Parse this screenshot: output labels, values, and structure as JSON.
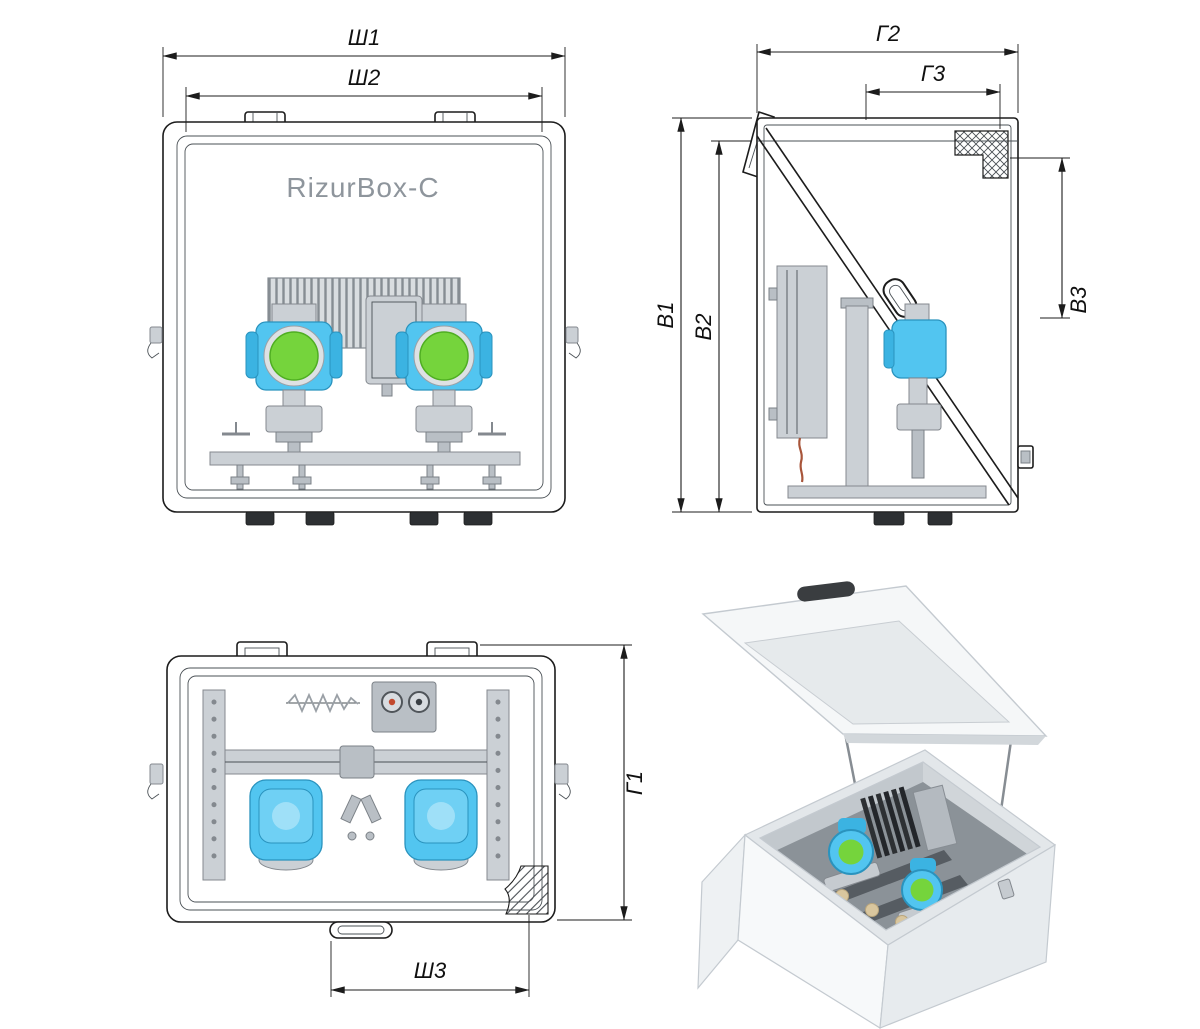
{
  "product": {
    "name": "RizurBox-C"
  },
  "colors": {
    "background": "#ffffff",
    "line": "#1c1c1c",
    "instrument_blue": "#52c5f0",
    "instrument_blue_dark": "#3bb3e2",
    "display_green": "#75d43c",
    "metal_gray": "#cbd0d5",
    "enclosure_white": "#f5f7f8",
    "dimension_text": "#101010",
    "brand_text_gray": "#8e959c"
  },
  "views": {
    "front": {
      "dimensions": {
        "sh1": "Ш1",
        "sh2": "Ш2"
      }
    },
    "side": {
      "dimensions": {
        "g2": "Г2",
        "g3": "Г3",
        "v1": "В1",
        "v2": "В2",
        "v3": "В3"
      }
    },
    "top": {
      "dimensions": {
        "g1": "Г1",
        "sh3": "Ш3"
      }
    }
  }
}
